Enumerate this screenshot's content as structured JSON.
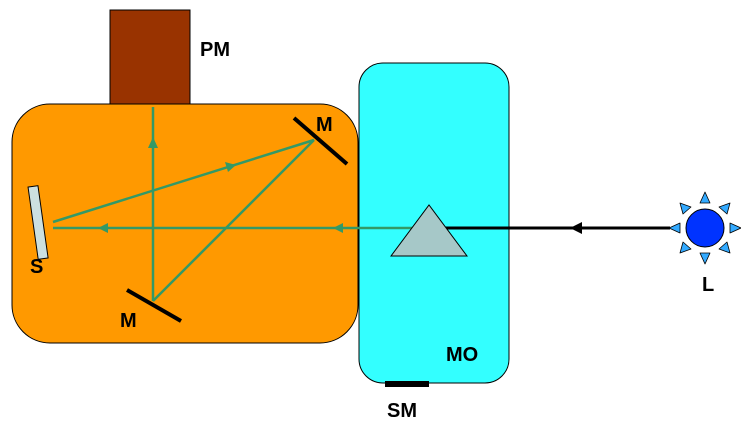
{
  "labels": {
    "pm": "PM",
    "mirror_top": "M",
    "sample": "S",
    "mirror_bottom": "M",
    "mo": "MO",
    "sm": "SM",
    "light": "L"
  },
  "colors": {
    "housing": "#FF9900",
    "pm_box": "#993300",
    "mo_box": "#33FFFF",
    "beam": "#339966",
    "prism": "#A6C8C8",
    "sample": "#CCE0E0",
    "sun": "#0033FF",
    "sun_rays": "#33AAFF",
    "mirror": "#000000",
    "incoming_beam": "#000000",
    "outline": "#000000"
  },
  "icons": {
    "light_source": "sun-icon",
    "prism": "prism-icon",
    "mirror": "mirror-icon",
    "sample": "sample-slide-icon"
  }
}
